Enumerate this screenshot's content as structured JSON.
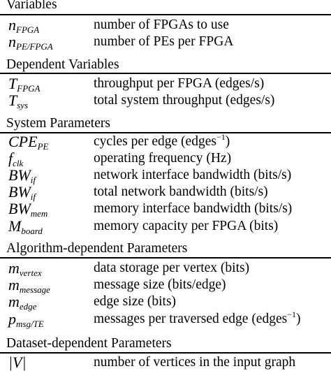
{
  "sections": [
    {
      "title": "Variables",
      "rows": [
        {
          "base": "n",
          "sub": "FPGA",
          "desc": "number of FPGAs to use"
        },
        {
          "base": "n",
          "sub": "PE/FPGA",
          "desc": "number of PEs per FPGA"
        }
      ]
    },
    {
      "title": "Dependent Variables",
      "rows": [
        {
          "base": "T",
          "sub": "FPGA",
          "desc": "throughput per FPGA (edges/s)"
        },
        {
          "base": "T",
          "sub": "sys",
          "desc": "total system throughput (edges/s)"
        }
      ]
    },
    {
      "title": "System Parameters",
      "rows": [
        {
          "base": "CPE",
          "sub": "PE",
          "desc": "cycles per edge (edges",
          "sup": "−1",
          "desc_tail": ")"
        },
        {
          "base": "f",
          "sub": "clk",
          "desc": "operating frequency (Hz)"
        },
        {
          "base": "BW",
          "sub": "if",
          "desc": "network interface bandwidth (bits/s)"
        },
        {
          "base": "BW",
          "sub": "if",
          "desc": "total network bandwidth (bits/s)"
        },
        {
          "base": "BW",
          "sub": "mem",
          "desc": "memory interface bandwidth (bits/s)"
        },
        {
          "base": "M",
          "sub": "board",
          "desc": "memory capacity per FPGA (bits)"
        }
      ]
    },
    {
      "title": "Algorithm-dependent Parameters",
      "rows": [
        {
          "base": "m",
          "sub": "vertex",
          "desc": "data storage per vertex (bits)"
        },
        {
          "base": "m",
          "sub": "message",
          "desc": "message size (bits/edge)"
        },
        {
          "base": "m",
          "sub": "edge",
          "desc": "edge size (bits)"
        },
        {
          "base": "p",
          "sub": "msg/TE",
          "desc": "messages per traversed edge (edges",
          "sup": "−1",
          "desc_tail": ")"
        }
      ]
    },
    {
      "title": "Dataset-dependent Parameters",
      "rows": [
        {
          "base": "|V|",
          "sub": "",
          "desc": "number of vertices in the input graph"
        }
      ]
    }
  ]
}
